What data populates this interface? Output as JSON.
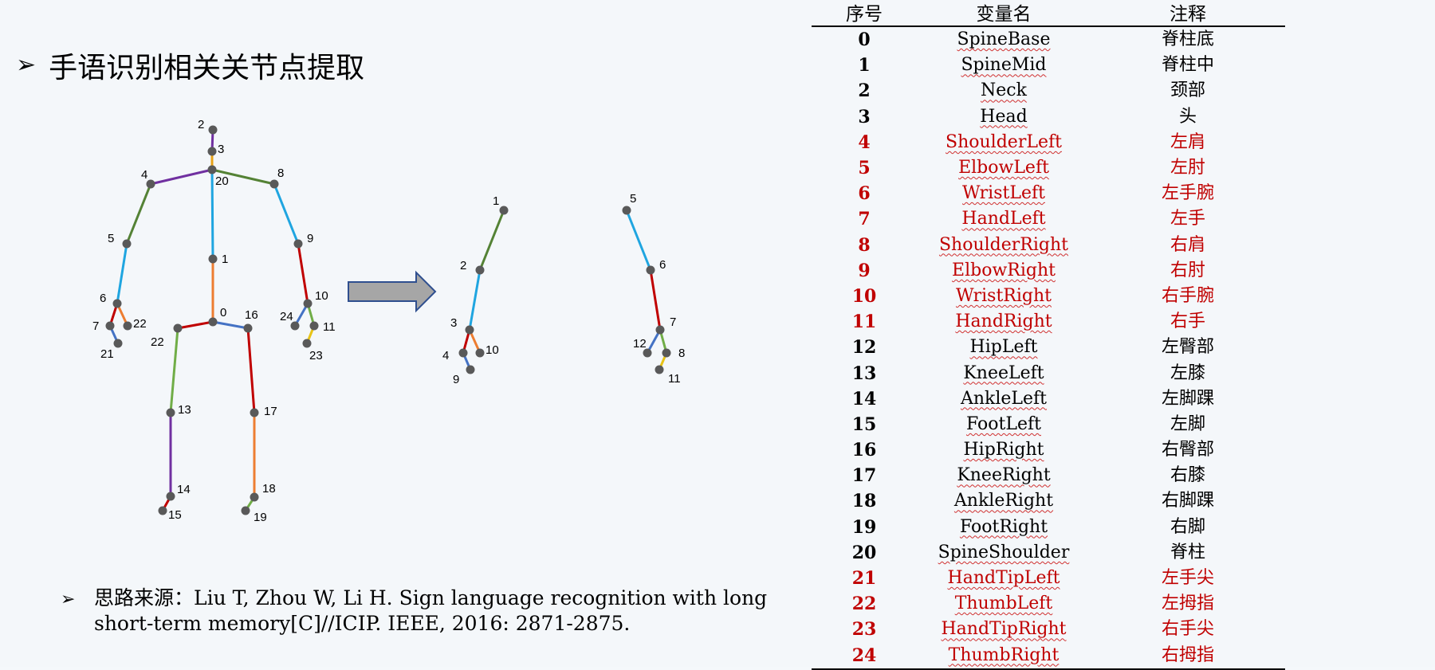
{
  "slide": {
    "section_title": "手语识别相关关节点提取",
    "reference": "思路来源：Liu T, Zhou W, Li H. Sign language recognition with long short-term memory[C]//ICIP. IEEE, 2016: 2871-2875."
  },
  "table": {
    "headers": [
      "序号",
      "变量名",
      "注释"
    ],
    "rows": [
      {
        "idx": "0",
        "name": "SpineBase",
        "note": "脊柱底",
        "hl": false
      },
      {
        "idx": "1",
        "name": "SpineMid",
        "note": "脊柱中",
        "hl": false
      },
      {
        "idx": "2",
        "name": "Neck",
        "note": "颈部",
        "hl": false
      },
      {
        "idx": "3",
        "name": "Head",
        "note": "头",
        "hl": false
      },
      {
        "idx": "4",
        "name": "ShoulderLeft",
        "note": "左肩",
        "hl": true
      },
      {
        "idx": "5",
        "name": "ElbowLeft",
        "note": "左肘",
        "hl": true
      },
      {
        "idx": "6",
        "name": "WristLeft",
        "note": "左手腕",
        "hl": true
      },
      {
        "idx": "7",
        "name": "HandLeft",
        "note": "左手",
        "hl": true
      },
      {
        "idx": "8",
        "name": "ShoulderRight",
        "note": "右肩",
        "hl": true
      },
      {
        "idx": "9",
        "name": "ElbowRight",
        "note": "右肘",
        "hl": true
      },
      {
        "idx": "10",
        "name": "WristRight",
        "note": "右手腕",
        "hl": true
      },
      {
        "idx": "11",
        "name": "HandRight",
        "note": "右手",
        "hl": true
      },
      {
        "idx": "12",
        "name": "HipLeft",
        "note": "左臀部",
        "hl": false
      },
      {
        "idx": "13",
        "name": "KneeLeft",
        "note": "左膝",
        "hl": false
      },
      {
        "idx": "14",
        "name": "AnkleLeft",
        "note": "左脚踝",
        "hl": false
      },
      {
        "idx": "15",
        "name": "FootLeft",
        "note": "左脚",
        "hl": false
      },
      {
        "idx": "16",
        "name": "HipRight",
        "note": "右臀部",
        "hl": false
      },
      {
        "idx": "17",
        "name": "KneeRight",
        "note": "右膝",
        "hl": false
      },
      {
        "idx": "18",
        "name": "AnkleRight",
        "note": "右脚踝",
        "hl": false
      },
      {
        "idx": "19",
        "name": "FootRight",
        "note": "右脚",
        "hl": false
      },
      {
        "idx": "20",
        "name": "SpineShoulder",
        "note": "脊柱",
        "hl": false
      },
      {
        "idx": "21",
        "name": "HandTipLeft",
        "note": "左手尖",
        "hl": true
      },
      {
        "idx": "22",
        "name": "ThumbLeft",
        "note": "左拇指",
        "hl": true
      },
      {
        "idx": "23",
        "name": "HandTipRight",
        "note": "右手尖",
        "hl": true
      },
      {
        "idx": "24",
        "name": "ThumbRight",
        "note": "右拇指",
        "hl": true
      }
    ]
  },
  "colors": {
    "highlight": "#c00000",
    "joint": "#595959",
    "arrow_fill": "#a6a6a6",
    "arrow_stroke": "#2f4f8f"
  },
  "skeleton_full": {
    "labels": [
      "2",
      "3",
      "4",
      "20",
      "8",
      "5",
      "9",
      "1",
      "6",
      "10",
      "7",
      "22",
      "0",
      "16",
      "24",
      "11",
      "21",
      "22",
      "23",
      "13",
      "17",
      "14",
      "18",
      "15",
      "19"
    ]
  },
  "skeleton_left_arm": {
    "labels": [
      "1",
      "2",
      "3",
      "4",
      "10",
      "9"
    ]
  },
  "skeleton_right_arm": {
    "labels": [
      "5",
      "6",
      "7",
      "12",
      "8",
      "11"
    ]
  }
}
